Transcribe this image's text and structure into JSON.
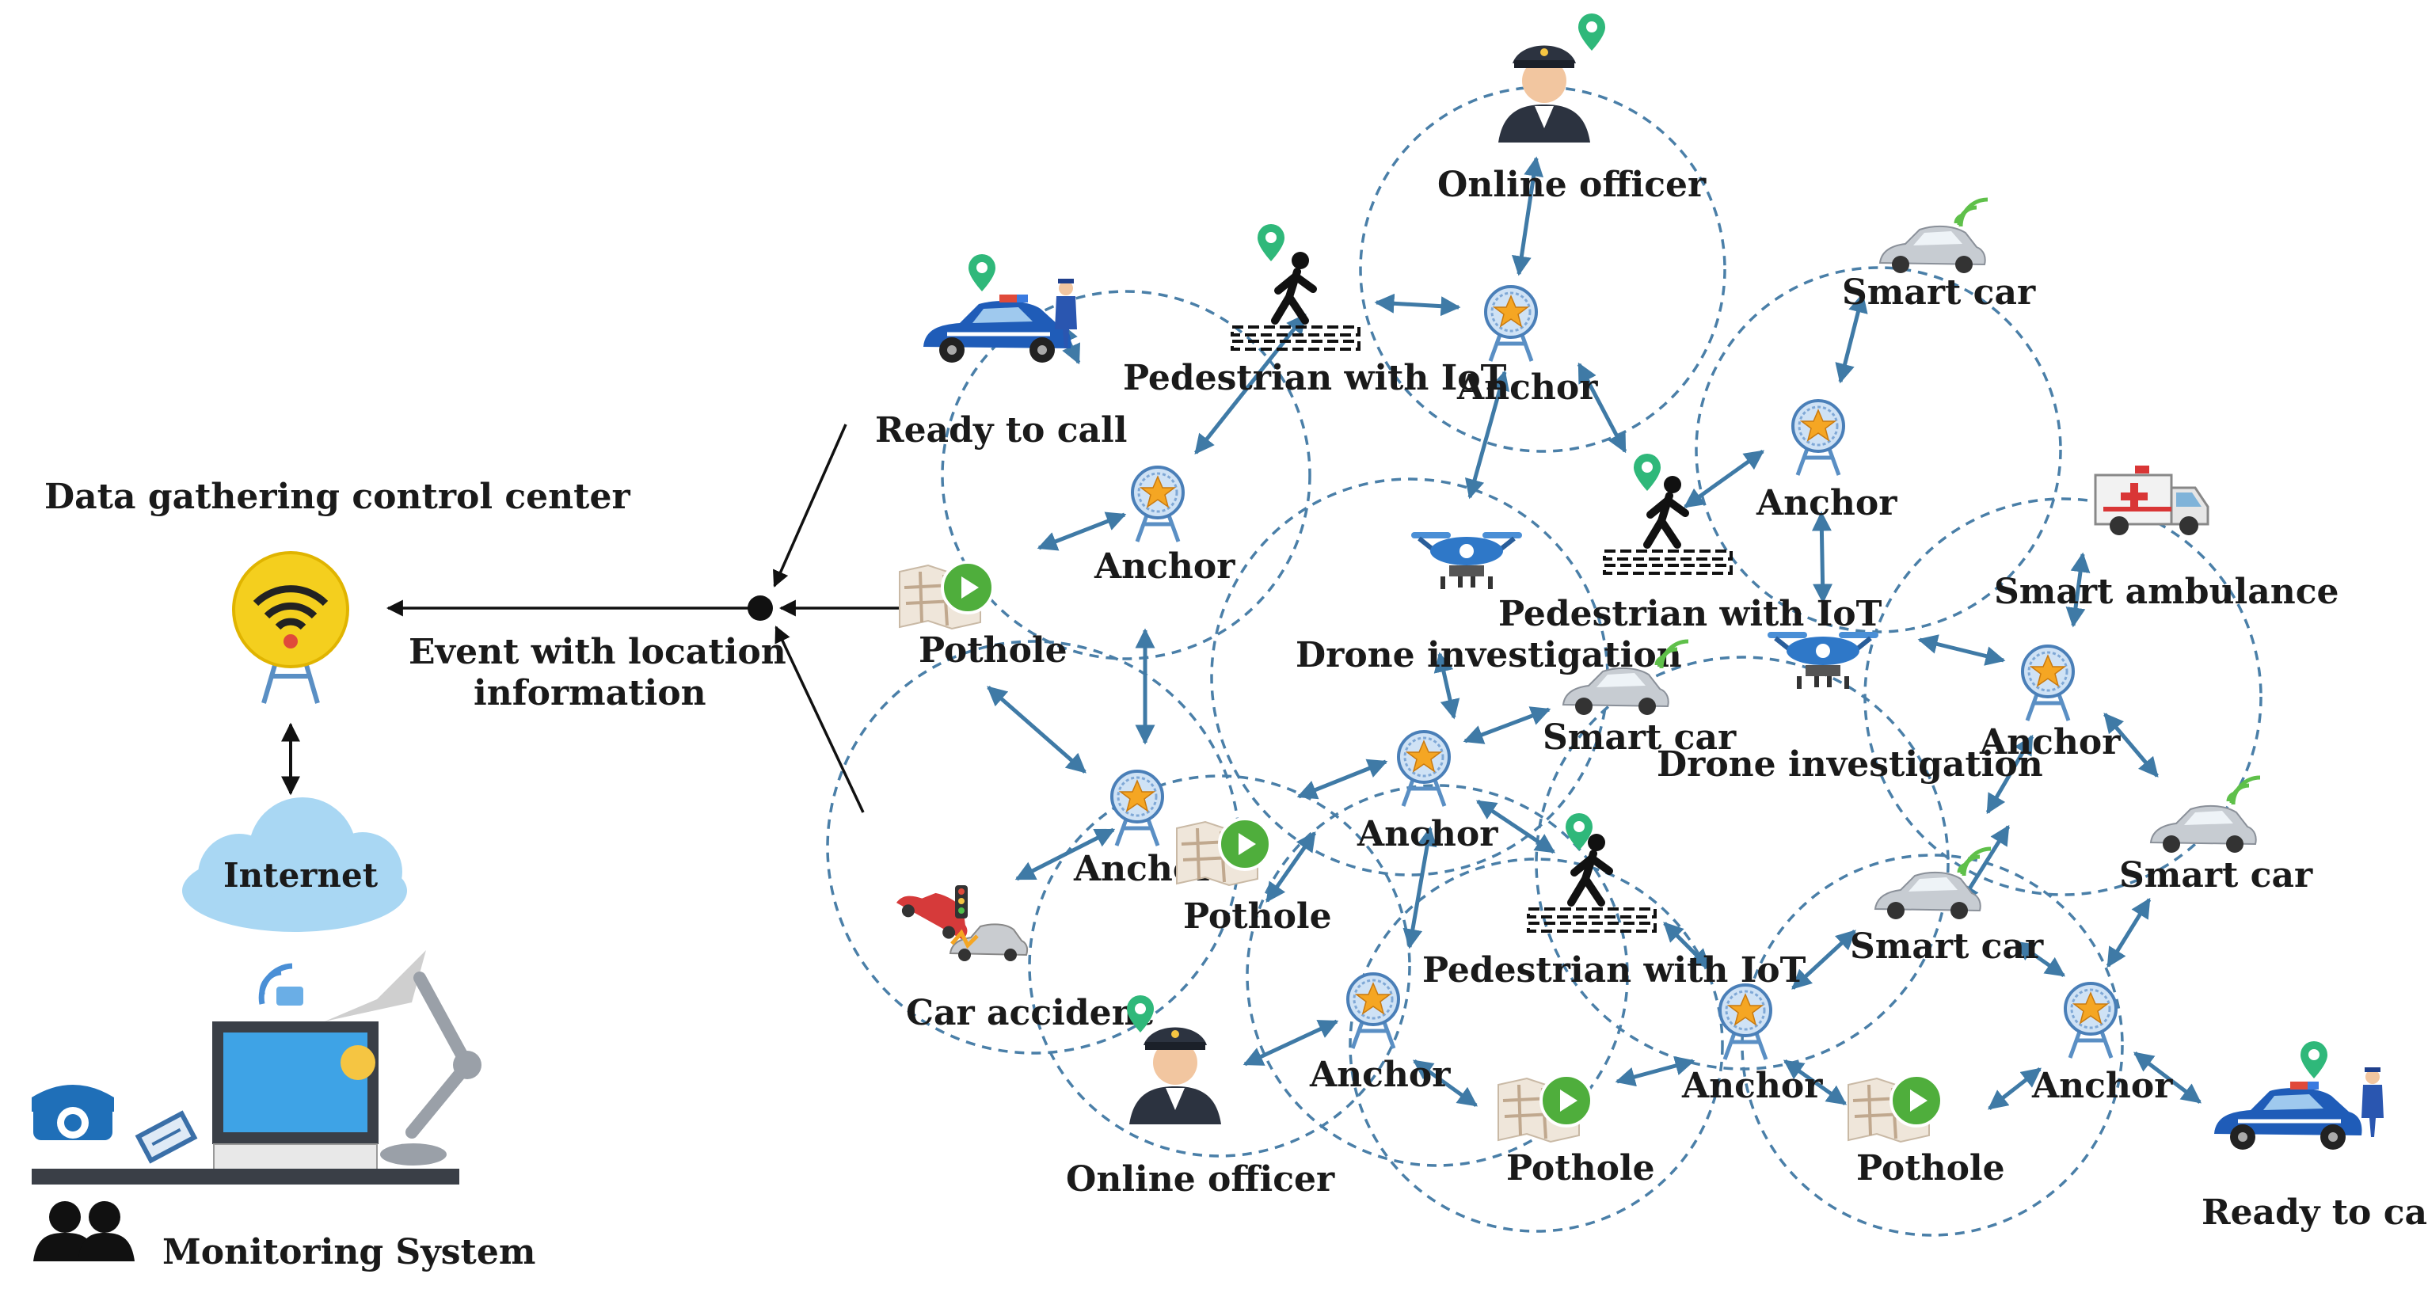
{
  "left_panel": {
    "control_center_label": "Data gathering control center",
    "event_label_line1": "Event with location",
    "event_label_line2": "information",
    "internet_label": "Internet",
    "monitoring_label": "Monitoring System"
  },
  "nodes": {
    "online_officer_top": "Online officer",
    "pedestrian_top": "Pedestrian with IoT",
    "anchor_top": "Anchor",
    "smart_car_top_right": "Smart car",
    "ready_to_call_top": "Ready to call",
    "anchor_left": "Anchor",
    "pothole_left": "Pothole",
    "drone_center": "Drone investigation",
    "pedestrian_center": "Pedestrian with IoT",
    "anchor_right_mid": "Anchor",
    "smart_ambulance": "Smart ambulance",
    "smart_car_center": "Smart car",
    "drone_right": "Drone investigation",
    "anchor_right": "Anchor",
    "anchor_center": "Anchor",
    "anchor_lower_left": "Anchor",
    "pothole_center": "Pothole",
    "car_accident": "Car accident",
    "pedestrian_lower": "Pedestrian with IoT",
    "smart_car_lower": "Smart car",
    "smart_car_far_right": "Smart car",
    "online_officer_bottom": "Online officer",
    "anchor_bottom_1": "Anchor",
    "pothole_bottom_1": "Pothole",
    "anchor_bottom_2": "Anchor",
    "pothole_bottom_2": "Pothole",
    "anchor_bottom_3": "Anchor",
    "ready_to_call_bottom": "Ready to call"
  },
  "icons": {
    "anchor": "anchor-tower-icon",
    "pedestrian": "pedestrian-crossing-icon",
    "officer": "police-officer-icon",
    "police_car": "police-car-icon",
    "smart_car": "smart-car-icon",
    "drone": "drone-icon",
    "pothole": "pothole-map-icon",
    "ambulance": "ambulance-icon",
    "accident": "car-accident-icon",
    "location_pin": "location-pin-icon",
    "router": "wifi-router-icon",
    "cloud": "cloud-icon",
    "computer": "computer-icon",
    "lamp": "desk-lamp-icon",
    "phone": "telephone-icon",
    "users": "users-icon"
  },
  "colors": {
    "edge": "#3f7aa6",
    "circle": "#4a7fa8",
    "anchor_star": "#f5a623",
    "pin": "#2fb87a",
    "router_yellow": "#f4cf1e",
    "cloud": "#a9d7f3"
  }
}
